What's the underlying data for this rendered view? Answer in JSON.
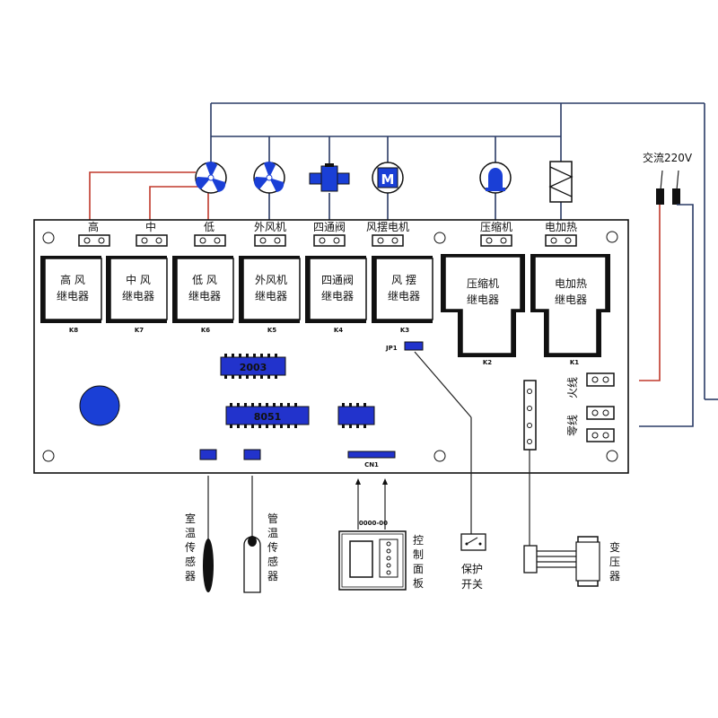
{
  "top_labels": [
    "高",
    "中",
    "低",
    "外风机",
    "四通阀",
    "风摆电机",
    "压缩机",
    "电加热"
  ],
  "relays": [
    {
      "line1": "高  风",
      "line2": "继电器",
      "code": "K8"
    },
    {
      "line1": "中  风",
      "line2": "继电器",
      "code": "K7"
    },
    {
      "line1": "低  风",
      "line2": "继电器",
      "code": "K6"
    },
    {
      "line1": "外风机",
      "line2": "继电器",
      "code": "K5"
    },
    {
      "line1": "四通阀",
      "line2": "继电器",
      "code": "K4"
    },
    {
      "line1": "风  摆",
      "line2": "继电器",
      "code": "K3"
    },
    {
      "line1": "压缩机",
      "line2": "继电器",
      "code": "K2"
    },
    {
      "line1": "电加热",
      "line2": "继电器",
      "code": "K1"
    }
  ],
  "ac_label": "交流220V",
  "live_label": "火线",
  "neutral_label": "零线",
  "jp_label": "JP1",
  "chip_upper": "2003",
  "chip_lower": "8051",
  "cn_label": "CN1",
  "panel_code": "0000-00",
  "sensors": {
    "room": [
      "室",
      "温",
      "传",
      "感",
      "器"
    ],
    "pipe": [
      "管",
      "温",
      "传",
      "感",
      "器"
    ]
  },
  "control_panel": [
    "控",
    "制",
    "面",
    "板"
  ],
  "protect": [
    "保护",
    "开关"
  ],
  "transformer": [
    "变",
    "压",
    "器"
  ],
  "icons": {
    "fan_main": "fan-icon",
    "fan_outdoor": "fan-icon",
    "valve": "four-way-valve-icon",
    "motor": "motor-icon",
    "compressor": "compressor-icon",
    "heater": "heater-icon"
  },
  "colors": {
    "wire": "#2a3b66",
    "signal": "#c0392b",
    "chip": "#2233cc"
  }
}
